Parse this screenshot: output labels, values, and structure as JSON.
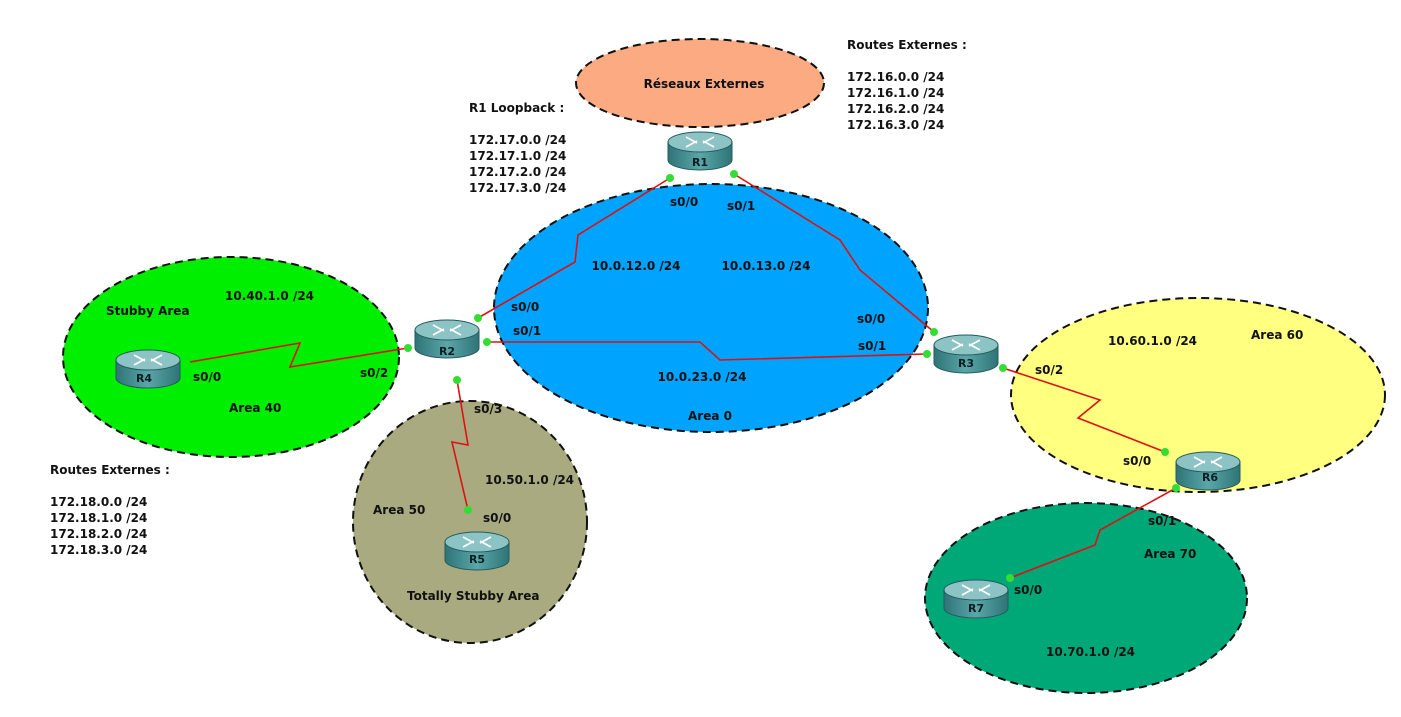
{
  "areas": [
    {
      "id": "ext",
      "label": "Réseaux Externes",
      "fill": "#fbaa82"
    },
    {
      "id": "a0",
      "label": "Area 0",
      "fill": "#00a4ff",
      "subnets": [
        "10.0.12.0 /24",
        "10.0.13.0 /24",
        "10.0.23.0 /24"
      ]
    },
    {
      "id": "a40",
      "label": "Area 40",
      "fill": "#00ee00",
      "type": "Stubby Area",
      "subnet": "10.40.1.0 /24"
    },
    {
      "id": "a50",
      "label": "Area 50",
      "fill": "#aaaa80",
      "type": "Totally Stubby Area",
      "subnet": "10.50.1.0 /24"
    },
    {
      "id": "a60",
      "label": "Area 60",
      "fill": "#ffff80",
      "subnet": "10.60.1.0 /24"
    },
    {
      "id": "a70",
      "label": "Area 70",
      "fill": "#00a878",
      "subnet": "10.70.1.0 /24"
    }
  ],
  "routers": [
    "R1",
    "R2",
    "R3",
    "R4",
    "R5",
    "R6",
    "R7"
  ],
  "interfaces": {
    "r1_a": "s0/0",
    "r1_b": "s0/1",
    "r2_a": "s0/0",
    "r2_b": "s0/1",
    "r2_c": "s0/2",
    "r2_d": "s0/3",
    "r3_a": "s0/0",
    "r3_b": "s0/1",
    "r3_c": "s0/2",
    "r4_a": "s0/0",
    "r5_a": "s0/0",
    "r6_a": "s0/0",
    "r6_b": "s0/1",
    "r7_a": "s0/0"
  },
  "notes": {
    "r1_loopback": {
      "title": "R1 Loopback :",
      "lines": [
        "172.17.0.0 /24",
        "172.17.1.0 /24",
        "172.17.2.0 /24",
        "172.17.3.0 /24"
      ]
    },
    "ext_top": {
      "title": "Routes Externes :",
      "lines": [
        "172.16.0.0 /24",
        "172.16.1.0 /24",
        "172.16.2.0 /24",
        "172.16.3.0 /24"
      ]
    },
    "ext_left": {
      "title": "Routes Externes :",
      "lines": [
        "172.18.0.0 /24",
        "172.18.1.0 /24",
        "172.18.2.0 /24",
        "172.18.3.0 /24"
      ]
    }
  },
  "colors": {
    "link": "#dd1111",
    "port": "#33dd33",
    "router_body": "#3f8f92",
    "router_top": "#8cc3c4"
  }
}
